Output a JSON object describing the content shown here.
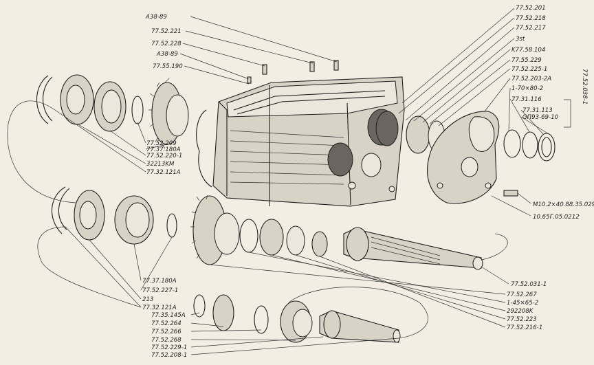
{
  "labels": {
    "top_a38_1": "A38-89",
    "p_77_52_221": "77.52.221",
    "p_77_52_228": "77.52.228",
    "top_a38_2": "A38-89",
    "p_77_55_190": "77.55.190",
    "p_77_52_209": "77.52.209",
    "p_77_37_180a": "77.37.180A",
    "p_77_52_220_1": "77.52.220-1",
    "p_32213km": "32213KM",
    "p_77_32_121a": "77.32.121A",
    "r_77_52_201": "77.52.201",
    "r_77_52_218": "77.52.218",
    "r_77_52_217": "77.52.217",
    "r_3st": "3st",
    "r_k77_58_104": "K77.58.104",
    "r_77_55_229": "77.55.229",
    "r_77_52_225_1": "77.52.225-1",
    "r_77_52_203_2a": "77.52.203-2A",
    "r_1_70x80_2": "1-70×80-2",
    "r_77_31_116": "77.31.116",
    "r_77_31_113": "77.31.113",
    "r_gp93_69_10": "GП93-69-10",
    "r_77_52_038_1": "77.52.038-1",
    "r_m10": "M10.2×40.88.35.029",
    "r_10_65g": "10.65Г.05.0212",
    "m_77_37_180a": "77.37.180A",
    "m_77_52_227_1": "77.52.227-1",
    "m_213": "213",
    "m_77_32_121a": "77.32.121A",
    "b_77_35_145a": "77.35.145A",
    "b_77_52_264": "77.52.264",
    "b_77_52_266": "77.52.266",
    "b_77_52_268": "77.52.268",
    "b_77_52_229_1": "77.52.229-1",
    "b_77_52_208_1": "77.52.208-1",
    "s_77_52_031_1": "77.52.031-1",
    "s_77_52_267": "77.52.267",
    "s_1_45x65_2": "1-45×65-2",
    "s_292208k": "292208K",
    "s_77_52_223": "77.52.223",
    "s_77_52_216_1": "77.52.216-1"
  },
  "colors": {
    "paper": "#f3ede4",
    "ink": "#1e1e1e",
    "shade": "#6a665f"
  }
}
